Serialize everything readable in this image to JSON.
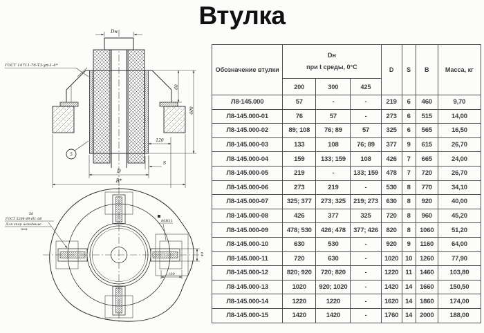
{
  "title": "Втулка",
  "table": {
    "headers": {
      "designation": "Обозначение втулки",
      "dn_line1": "Dн",
      "dn_line2": "при t среды, 0°С",
      "sub_200": "200",
      "sub_300": "300",
      "sub_425": "425",
      "d": "D",
      "s": "S",
      "b": "В",
      "mass": "Масса, кг"
    },
    "rows": [
      [
        "Л8-145.000",
        "57",
        "-",
        "-",
        "219",
        "6",
        "460",
        "9,70"
      ],
      [
        "Л8-145.000-01",
        "76",
        "57",
        "-",
        "273",
        "6",
        "515",
        "14,00"
      ],
      [
        "Л8-145.000-02",
        "89; 108",
        "76; 89",
        "57",
        "325",
        "6",
        "565",
        "16,50"
      ],
      [
        "Л8-145.000-03",
        "133",
        "108",
        "76; 89",
        "377",
        "9",
        "615",
        "26,70"
      ],
      [
        "Л8-145.000-04",
        "159",
        "133; 159",
        "108",
        "426",
        "7",
        "665",
        "24,00"
      ],
      [
        "Л8-145.000-05",
        "219",
        "-",
        "133; 159",
        "478",
        "7",
        "720",
        "26,70"
      ],
      [
        "Л8-145.000-06",
        "273",
        "219",
        "-",
        "530",
        "8",
        "770",
        "34,10"
      ],
      [
        "Л8-145.000-07",
        "325; 377",
        "273; 325",
        "219; 273",
        "630",
        "8",
        "920",
        "40,00"
      ],
      [
        "Л8-145.000-08",
        "426",
        "377",
        "325",
        "720",
        "8",
        "960",
        "45,20"
      ],
      [
        "Л8-145.000-09",
        "478; 530",
        "426; 478",
        "377; 426",
        "820",
        "8",
        "1060",
        "51,20"
      ],
      [
        "Л8-145.000-10",
        "630",
        "530",
        "-",
        "920",
        "9",
        "1160",
        "64,00"
      ],
      [
        "Л8-145.000-11",
        "720",
        "630",
        "-",
        "1020",
        "10",
        "1260",
        "77,90"
      ],
      [
        "Л8-145.000-12",
        "820; 920",
        "720; 820",
        "-",
        "1220",
        "11",
        "1460",
        "103,80"
      ],
      [
        "Л8-145.000-13",
        "1020",
        "920; 1020",
        "-",
        "1420",
        "14",
        "1660",
        "150,50"
      ],
      [
        "Л8-145.000-14",
        "1220",
        "1220",
        "-",
        "1620",
        "14",
        "1860",
        "174,00"
      ],
      [
        "Л8-145.000-15",
        "1420",
        "1420",
        "-",
        "1760",
        "14",
        "2000",
        "188,00"
      ]
    ]
  },
  "drawing": {
    "section": {
      "gost_leader": "ГОСТ 14711-76-Т3-уп-1-4*",
      "dim_dn": "Dн",
      "dim_60": "60",
      "dim_400": "400",
      "dim_120": "120",
      "dim_s": "S",
      "dim_d": "D",
      "dim_b": "В*",
      "balloon": "5"
    },
    "plan": {
      "leader_50": "50",
      "leader_gost": "ГОСТ 5264-69-Н1-Δ6",
      "leader_text1": "Для опор неподвиж-",
      "leader_text2": "ных",
      "dim_80": "80Н11",
      "dim_40": "40",
      "dim_100": "100"
    }
  }
}
